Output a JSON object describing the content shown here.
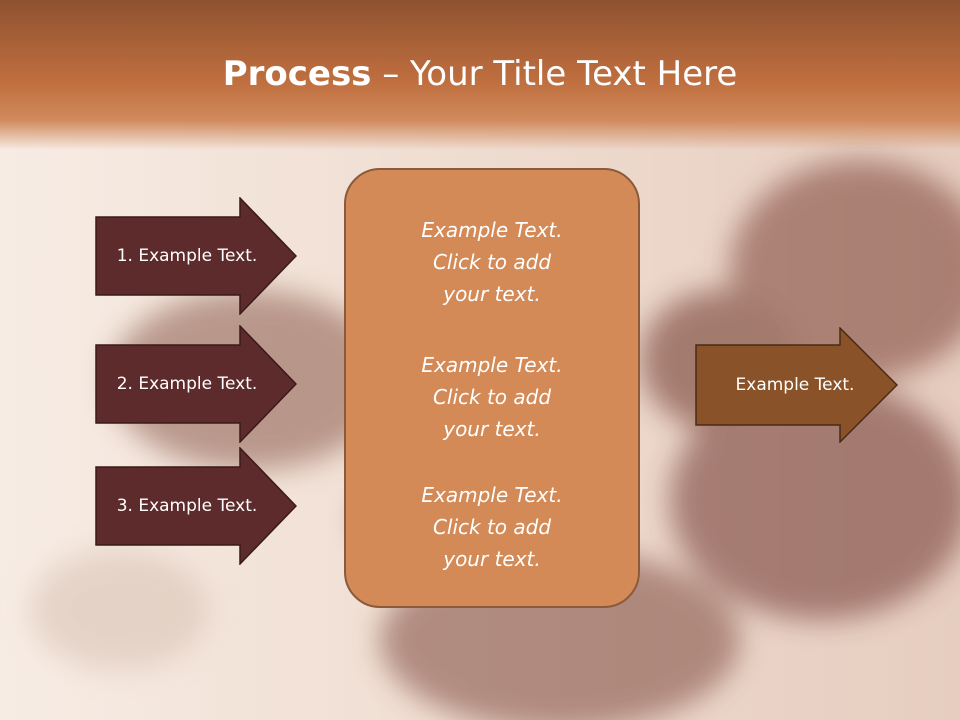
{
  "slide": {
    "title_bold": "Process",
    "title_rest": " – Your Title Text Here"
  },
  "steps": [
    {
      "label": "1. Example Text."
    },
    {
      "label": "2. Example Text."
    },
    {
      "label": "3. Example Text."
    }
  ],
  "center_box": {
    "paragraphs": [
      "Example Text.\nClick  to add\nyour text.",
      "Example Text.\nClick  to add\nyour text.",
      "Example Text.\nClick  to add\nyour text."
    ]
  },
  "output": {
    "label": "Example Text."
  },
  "colors": {
    "step_arrow_fill": "#5e2b2c",
    "output_arrow_fill": "#8a5228",
    "center_box_fill": "#d38a57",
    "title_band": "#c06f3f"
  }
}
